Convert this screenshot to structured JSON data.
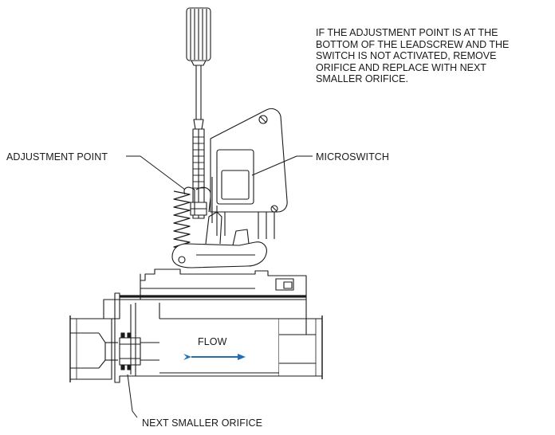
{
  "note": {
    "lines": [
      "IF THE ADJUSTMENT POINT IS AT THE",
      "BOTTOM OF THE LEADSCREW AND THE",
      "SWITCH IS NOT ACTIVATED, REMOVE",
      "ORIFICE AND REPLACE WITH NEXT",
      "SMALLER ORIFICE."
    ]
  },
  "labels": {
    "adjustment_point": "ADJUSTMENT POINT",
    "microswitch": "MICROSWITCH",
    "flow": "FLOW",
    "next_smaller_orifice": "NEXT SMALLER ORIFICE"
  },
  "colors": {
    "line": "#1a1a1a",
    "flow_arrow": "#1f6fb5",
    "background": "#ffffff"
  }
}
